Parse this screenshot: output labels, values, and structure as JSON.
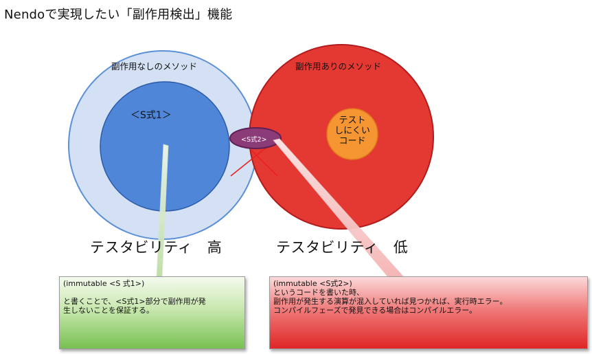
{
  "title": "Nendoで実現したい「副作用検出」機能",
  "left_circle": {
    "label": "副作用なしのメソッド",
    "inner_label": "＜S式1＞"
  },
  "right_circle": {
    "label": "副作用ありのメソッド",
    "inner_label": "テスト\nしにくい\nコード"
  },
  "overlap_label": "<S式2>",
  "testability_high": "テスタビリティ　高",
  "testability_low": "テスタビリティ　低",
  "note_left": {
    "code": "(immutable <S 式1>)",
    "text": "と書くことで、<S式1>部分で副作用が発\n生しないことを保証する。"
  },
  "note_right": {
    "code": "(immutable <S式2>)",
    "line1": "というコードを書いた時、",
    "line2": "副作用が発生する演算が混入していれば見つかれば、実行時エラー。",
    "line3": "コンパイルフェーズで発見できる場合はコンパイルエラー。"
  },
  "colors": {
    "left_outer": "#d4e1f4",
    "left_inner": "#4f86d8",
    "right_outer": "#e43833",
    "right_inner": "#f59633",
    "overlap": "#8b3c78",
    "cross": "#e8231f"
  }
}
